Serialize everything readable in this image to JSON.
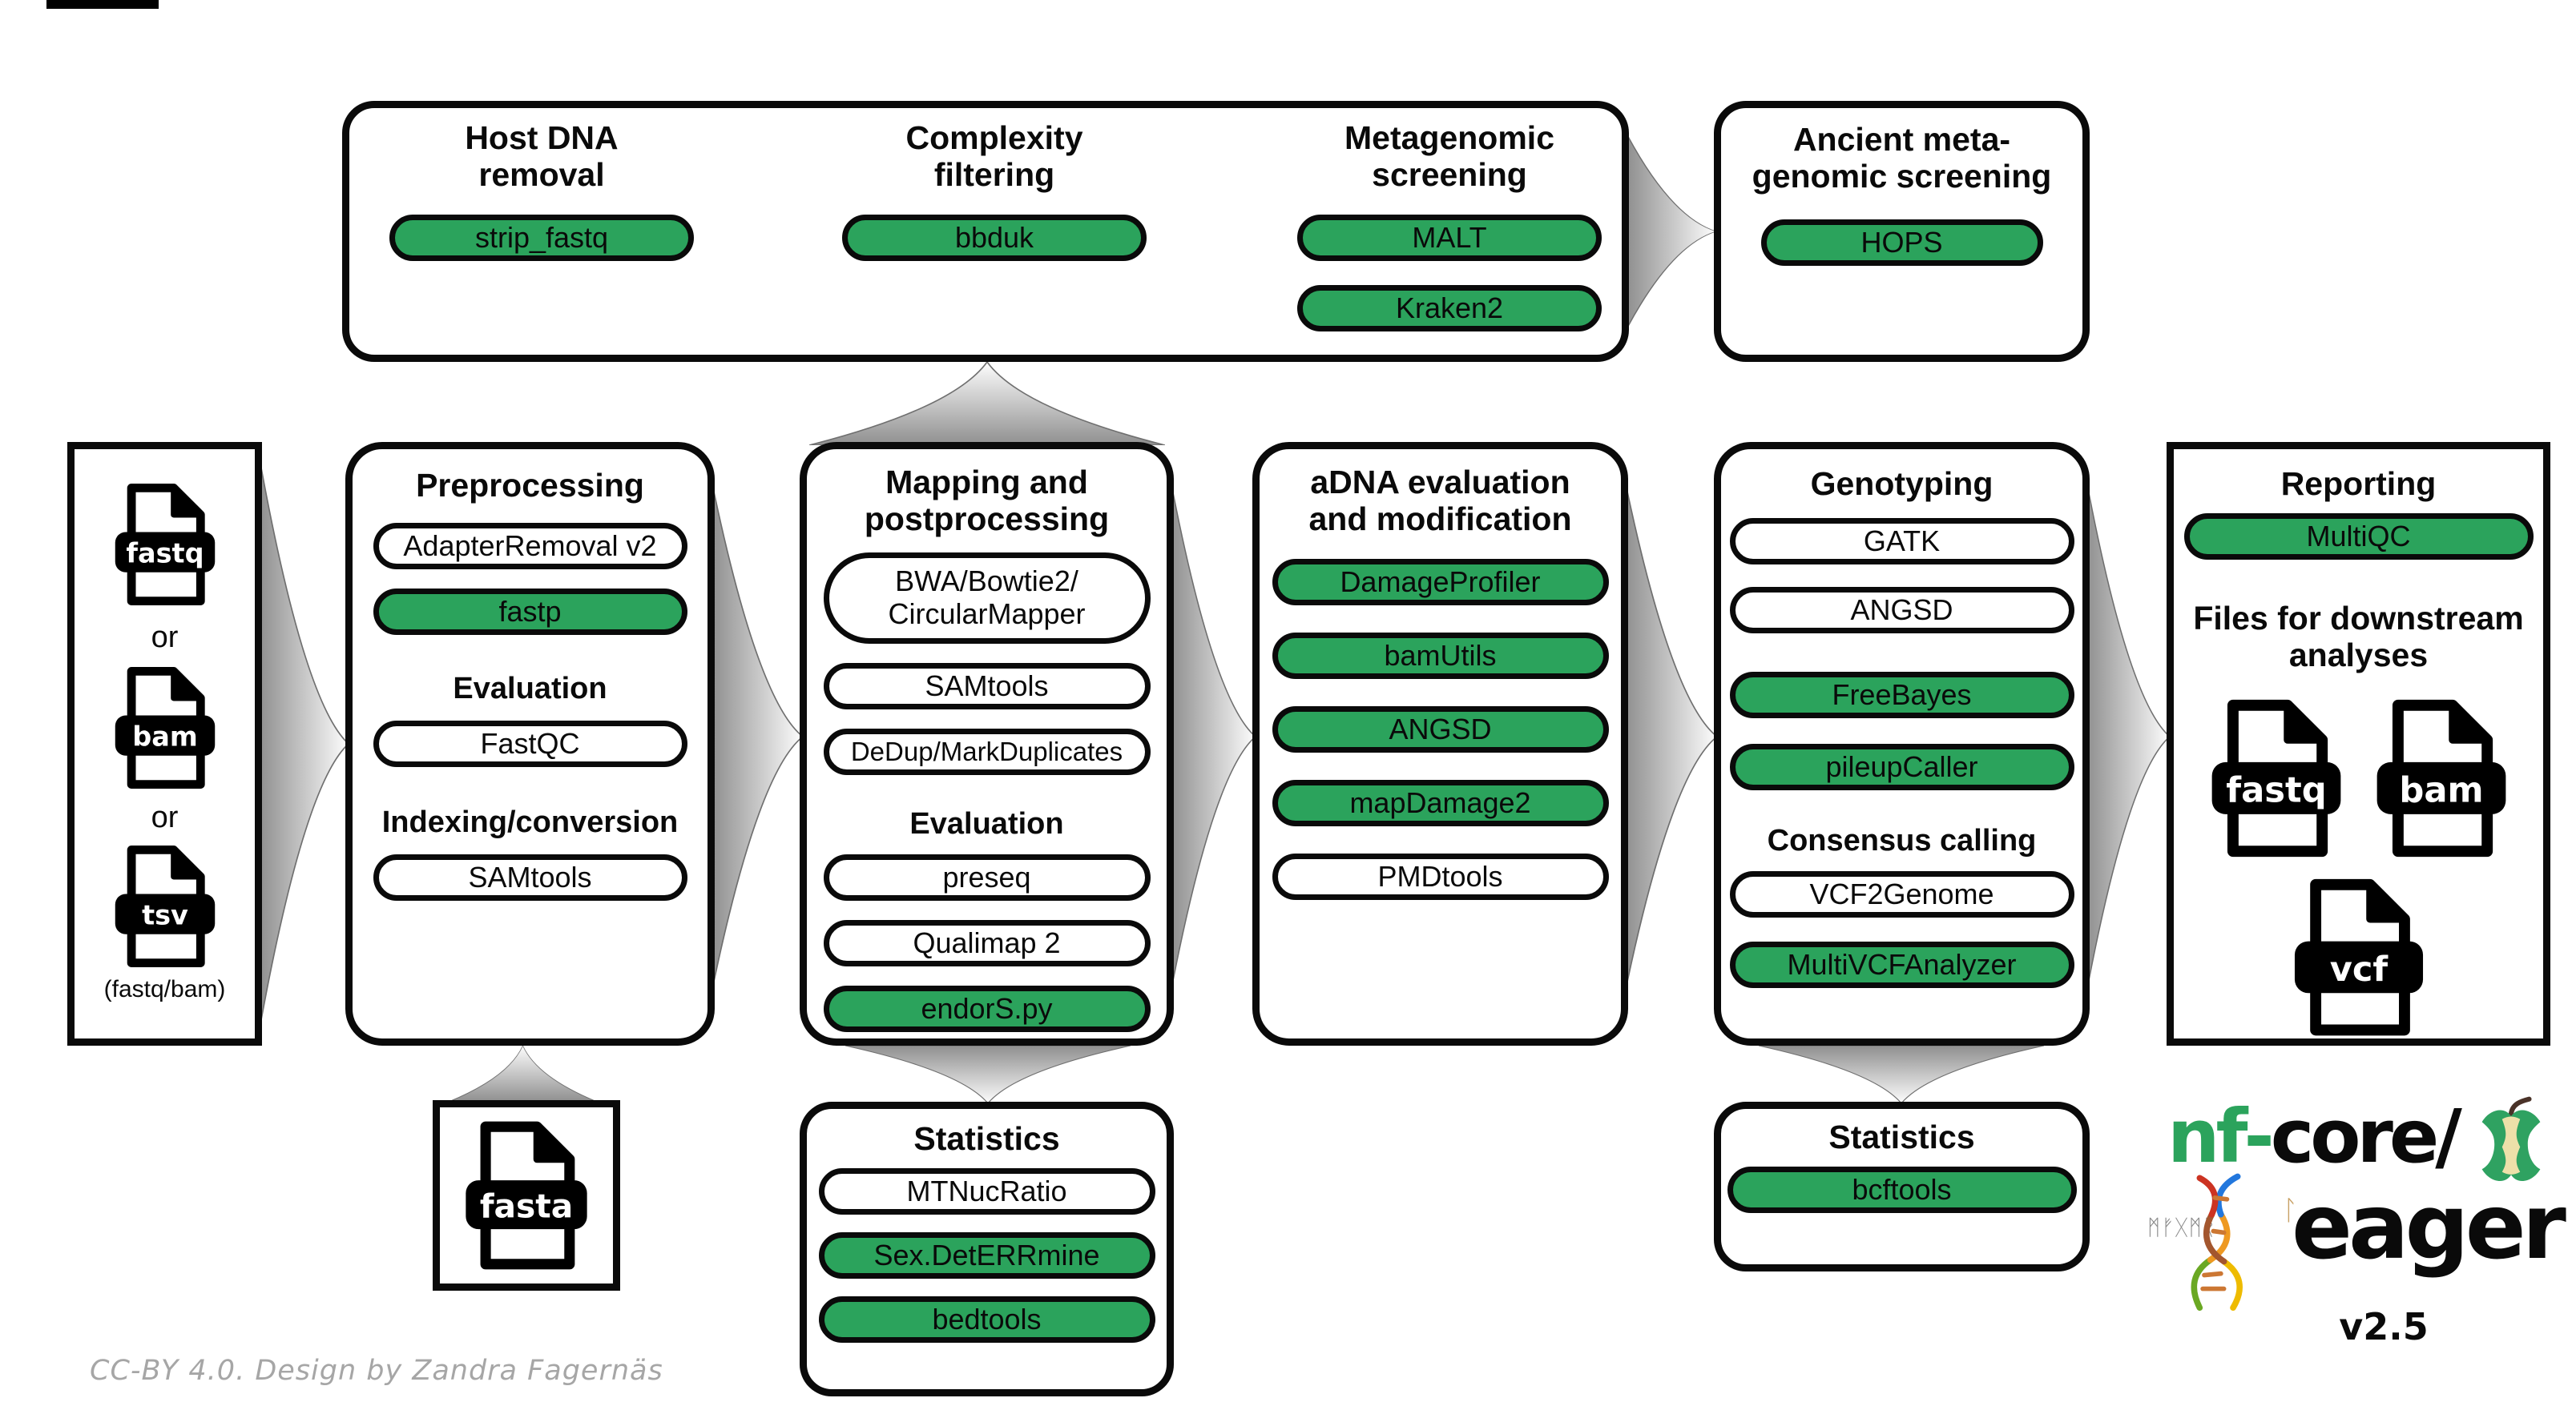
{
  "colors": {
    "green": "#2BA35C",
    "arrow_gray": "#8f8f8f"
  },
  "top": {
    "host_title_1": "Host DNA",
    "host_title_2": "removal",
    "host_tool": "strip_fastq",
    "complexity_title_1": "Complexity",
    "complexity_title_2": "filtering",
    "complexity_tool": "bbduk",
    "meta_title_1": "Metagenomic",
    "meta_title_2": "screening",
    "meta_tool_1": "MALT",
    "meta_tool_2": "Kraken2"
  },
  "ancient": {
    "title_1": "Ancient meta-",
    "title_2": "genomic screening",
    "tool": "HOPS"
  },
  "input": {
    "file_1": "fastq",
    "or_1": "or",
    "file_2": "bam",
    "or_2": "or",
    "file_3": "tsv",
    "note": "(fastq/bam)"
  },
  "preprocessing": {
    "title": "Preprocessing",
    "tool_1": "AdapterRemoval v2",
    "tool_2": "fastp",
    "heading_1": "Evaluation",
    "tool_3": "FastQC",
    "heading_2": "Indexing/conversion",
    "tool_4": "SAMtools"
  },
  "mapping": {
    "title_1": "Mapping and",
    "title_2": "postprocessing",
    "tool_1a": "BWA/Bowtie2/",
    "tool_1b": "CircularMapper",
    "tool_2": "SAMtools",
    "tool_3": "DeDup/MarkDuplicates",
    "heading": "Evaluation",
    "tool_4": "preseq",
    "tool_5": "Qualimap 2",
    "tool_6": "endorS.py"
  },
  "adna": {
    "title_1": "aDNA evaluation",
    "title_2": "and modification",
    "tool_1": "DamageProfiler",
    "tool_2": "bamUtils",
    "tool_3": "ANGSD",
    "tool_4": "mapDamage2",
    "tool_5": "PMDtools"
  },
  "genotyping": {
    "title": "Genotyping",
    "tool_1": "GATK",
    "tool_2": "ANGSD",
    "tool_3": "FreeBayes",
    "tool_4": "pileupCaller",
    "heading": "Consensus calling",
    "tool_5": "VCF2Genome",
    "tool_6": "MultiVCFAnalyzer"
  },
  "reporting": {
    "title": "Reporting",
    "tool_1": "MultiQC",
    "heading_1": "Files for downstream",
    "heading_2": "analyses",
    "file_1": "fastq",
    "file_2": "bam",
    "file_3": "vcf"
  },
  "fasta": {
    "file": "fasta"
  },
  "stats_mid": {
    "title": "Statistics",
    "tool_1": "MTNucRatio",
    "tool_2": "Sex.DetERRmine",
    "tool_3": "bedtools"
  },
  "stats_right": {
    "title": "Statistics",
    "tool_1": "bcftools"
  },
  "logo": {
    "brand_green": "nf",
    "brand_dash": "-",
    "brand_rest": "core/",
    "runes": "ᛗᚠᚷᛗᚱ",
    "rune_accent": "ᛚ",
    "name": "eager",
    "version": "v2.5"
  },
  "footer": {
    "credit": "CC-BY 4.0. Design by Zandra Fagernäs"
  }
}
